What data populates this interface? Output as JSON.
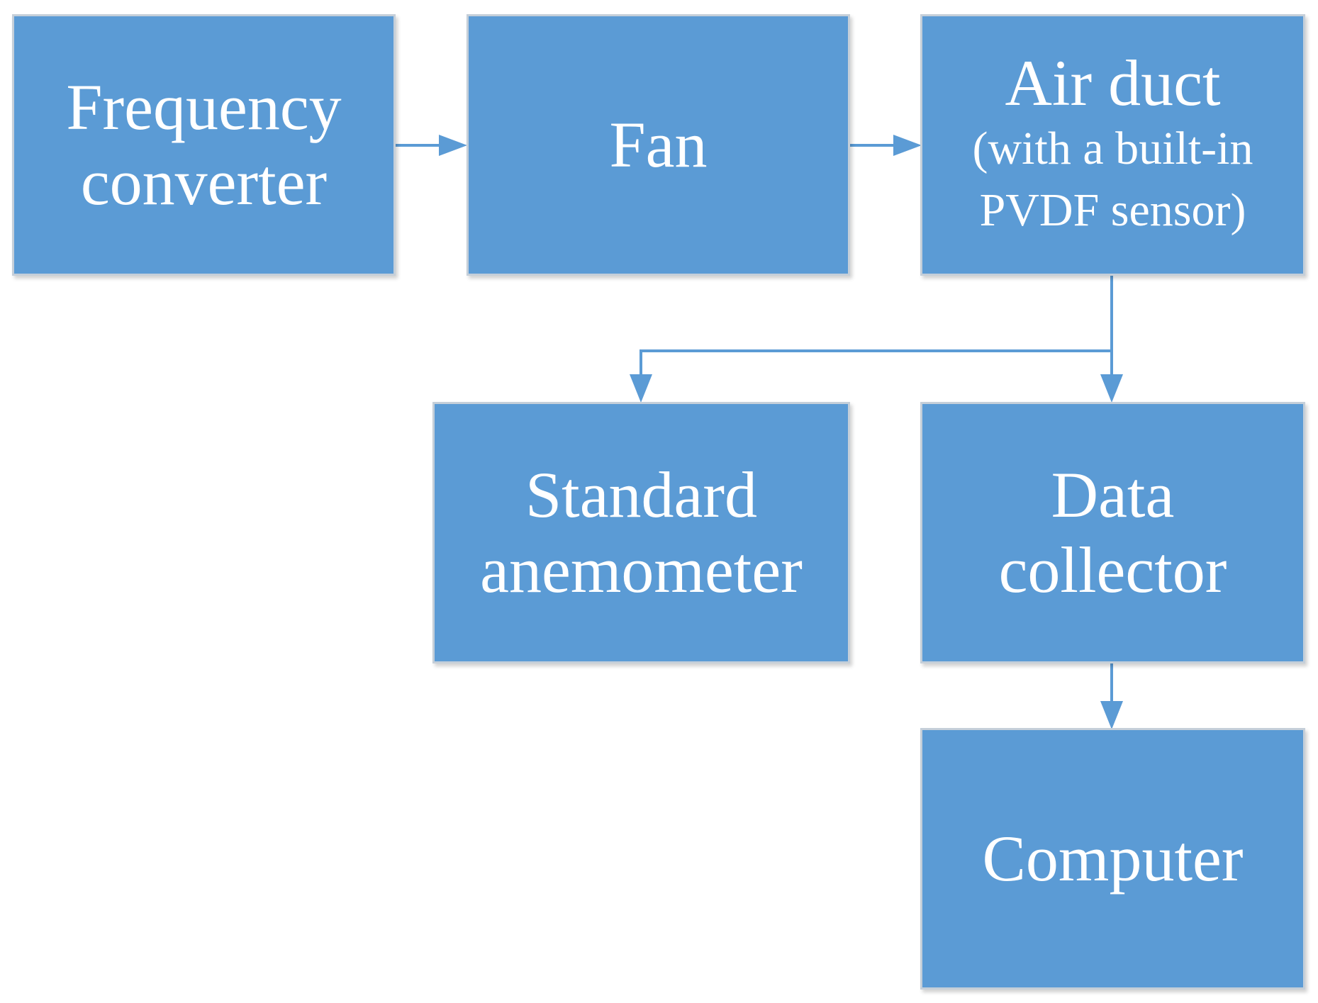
{
  "diagram": {
    "colors": {
      "box_fill": "#5b9bd5",
      "box_border": "#c5cfd9",
      "box_text": "#ffffff",
      "connector": "#5b9bd5"
    },
    "nodes": {
      "frequency_converter": {
        "line1": "Frequency",
        "line2": "converter"
      },
      "fan": {
        "line1": "Fan"
      },
      "air_duct": {
        "line1": "Air duct",
        "line2": "(with a built-in",
        "line3": "PVDF sensor)"
      },
      "standard_anemometer": {
        "line1": "Standard",
        "line2": "anemometer"
      },
      "data_collector": {
        "line1": "Data",
        "line2": "collector"
      },
      "computer": {
        "line1": "Computer"
      }
    },
    "edges": [
      {
        "from": "Frequency converter",
        "to": "Fan"
      },
      {
        "from": "Fan",
        "to": "Air duct"
      },
      {
        "from": "Air duct",
        "to": "Standard anemometer"
      },
      {
        "from": "Air duct",
        "to": "Data collector"
      },
      {
        "from": "Data collector",
        "to": "Computer"
      }
    ]
  }
}
